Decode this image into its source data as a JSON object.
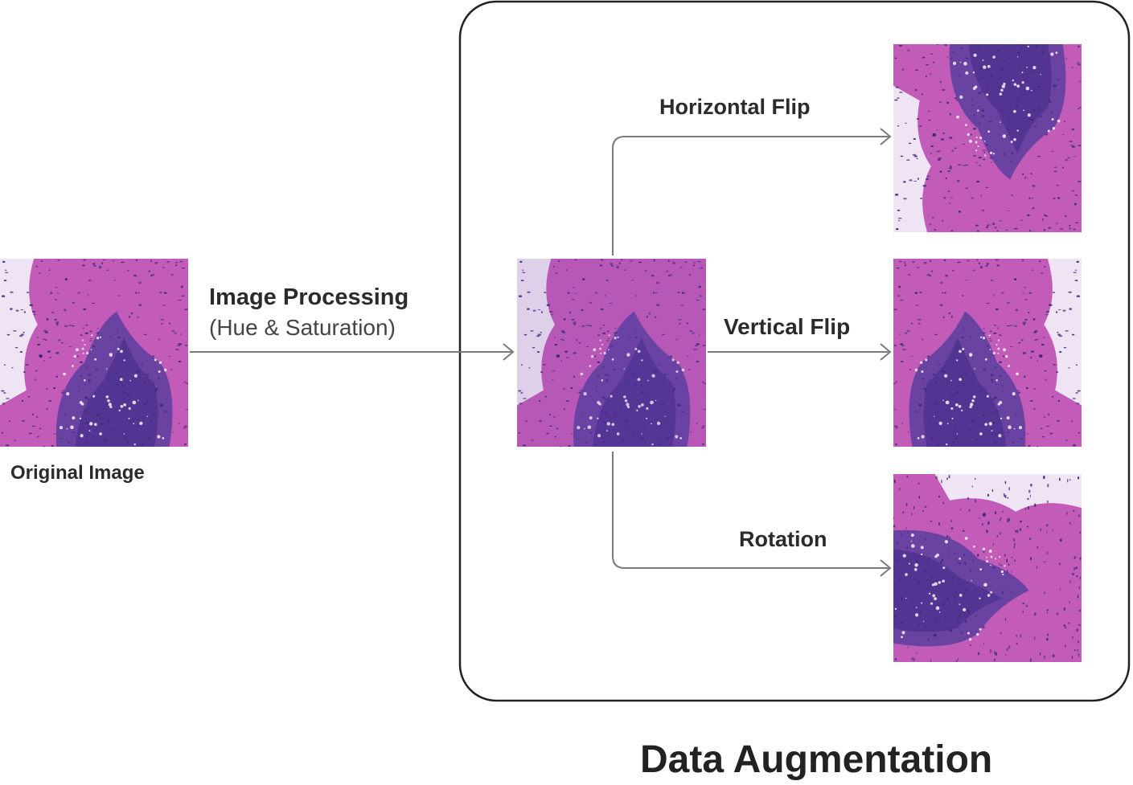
{
  "labels": {
    "original": "Original Image",
    "processing_title": "Image Processing",
    "processing_sub": "(Hue & Saturation)",
    "horizontal_flip": "Horizontal Flip",
    "vertical_flip": "Vertical Flip",
    "rotation": "Rotation",
    "group_title": "Data Augmentation"
  },
  "colors": {
    "tissue_pink": "#c25cb8",
    "tissue_purple": "#5b3d9e",
    "tissue_light": "#efe4f3",
    "nuclei": "#3a2a78",
    "arrow": "#7a7a7a",
    "box_border": "#222222"
  },
  "images": [
    {
      "name": "original-image",
      "description": "H&E tissue patch",
      "transform": "none"
    },
    {
      "name": "processed-image",
      "description": "hue and saturation adjusted patch",
      "transform": "none"
    },
    {
      "name": "horizontal-flip-image",
      "transform": "horizontal-flip"
    },
    {
      "name": "vertical-flip-image",
      "transform": "vertical-flip"
    },
    {
      "name": "rotation-image",
      "transform": "rotation"
    }
  ]
}
